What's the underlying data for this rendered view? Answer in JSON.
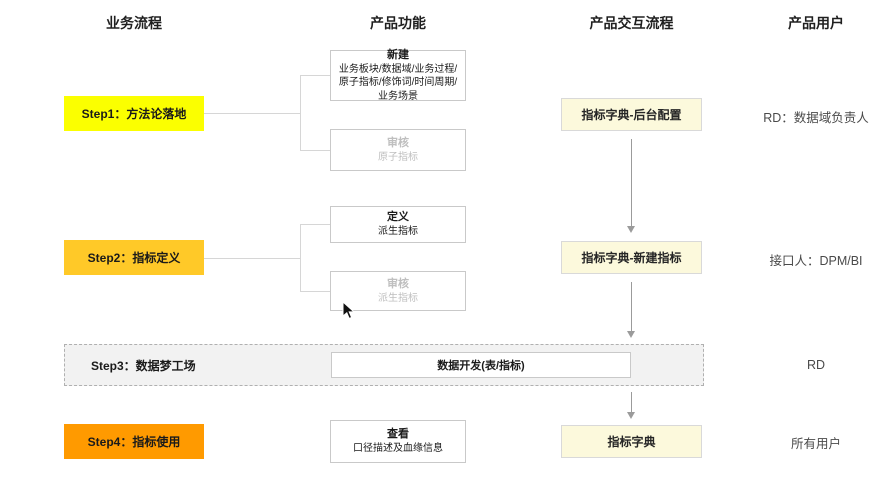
{
  "colors": {
    "step1_bg": "#fbff00",
    "step2_bg": "#ffc928",
    "step3_bg": "#f2f2f2",
    "step4_bg": "#ff9a00",
    "interaction_bg": "#fcf9dc",
    "box_border": "#c9c9c9",
    "muted_text": "#bfbfbf",
    "arrow": "#9b9b9b"
  },
  "icons": {
    "mouse_cursor": "arrow-pointer"
  },
  "headers": {
    "process": "业务流程",
    "features": "产品功能",
    "interaction": "产品交互流程",
    "users": "产品用户"
  },
  "rows": {
    "step1": {
      "label": "Step1：方法论落地",
      "feature_create": {
        "title": "新建",
        "desc": "业务板块/数据域/业务过程/原子指标/修饰词/时间周期/业务场景"
      },
      "feature_review": {
        "title": "审核",
        "desc": "原子指标"
      },
      "interaction": "指标字典-后台配置",
      "user": "RD：数据域负责人"
    },
    "step2": {
      "label": "Step2：指标定义",
      "feature_define": {
        "title": "定义",
        "desc": "派生指标"
      },
      "feature_review": {
        "title": "审核",
        "desc": "派生指标"
      },
      "interaction": "指标字典-新建指标",
      "user": "接口人：DPM/BI"
    },
    "step3": {
      "label": "Step3：数据梦工场",
      "feature": "数据开发(表/指标)",
      "user": "RD"
    },
    "step4": {
      "label": "Step4：指标使用",
      "feature_view": {
        "title": "查看",
        "desc": "口径描述及血缘信息"
      },
      "interaction": "指标字典",
      "user": "所有用户"
    }
  }
}
